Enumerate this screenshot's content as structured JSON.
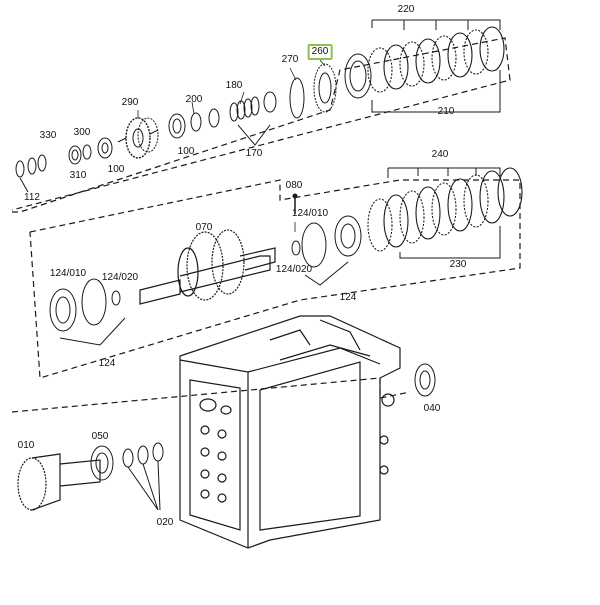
{
  "labels": {
    "l220": "220",
    "l260": "260",
    "l270": "270",
    "l180": "180",
    "l290": "290",
    "l200": "200",
    "l330": "330",
    "l300": "300",
    "l100a": "100",
    "l100b": "100",
    "l310": "310",
    "l112": "112",
    "l170": "170",
    "l210": "210",
    "l240": "240",
    "l080": "080",
    "l124_010a": "124/010",
    "l124_020a": "124/020",
    "l070": "070",
    "l124_010b": "124/010",
    "l124_020b": "124/020",
    "l124a": "124",
    "l230": "230",
    "l124b": "124",
    "l040": "040",
    "l010": "010",
    "l050": "050",
    "l020": "020"
  },
  "selected_part": "260",
  "colors": {
    "line": "#1a1a1a",
    "highlight": "#8bc34a"
  }
}
